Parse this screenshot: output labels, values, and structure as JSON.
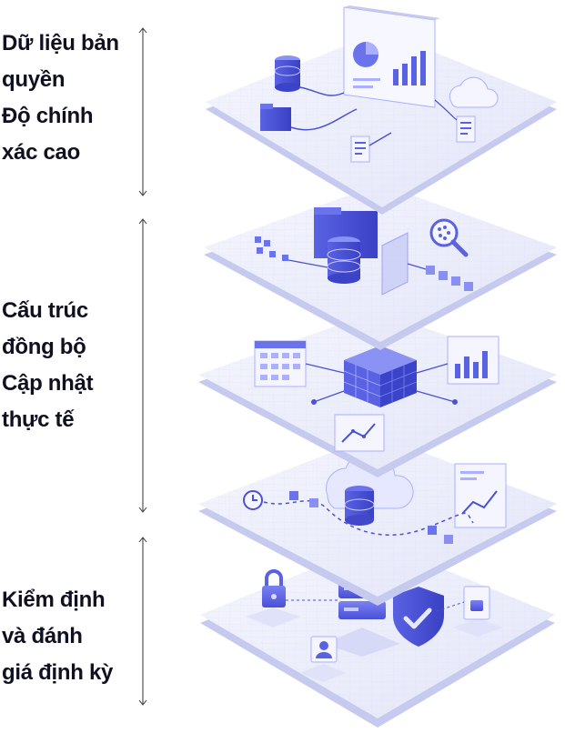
{
  "labels": {
    "group1": [
      "Dữ liệu bản",
      "quyền",
      "Độ chính",
      "xác cao"
    ],
    "group2": [
      "Cấu trúc",
      "đồng bộ",
      "Cập nhật",
      "thực tế"
    ],
    "group3": [
      "Kiểm định",
      "và đánh",
      "giá  định kỳ"
    ]
  },
  "colors": {
    "text": "#0f1020",
    "accent": "#5a63e6",
    "accent_dark": "#3b43c9",
    "accent_light": "#aab0ff",
    "layer_top": "#eceefb",
    "layer_side": "#c9cdf1",
    "grid": "#d8dbf4"
  },
  "icons": [
    "database-icon",
    "folder-icon",
    "dashboard-icon",
    "pie-chart-icon",
    "bar-chart-icon",
    "cloud-icon",
    "document-icon",
    "search-icon",
    "cube-icon",
    "line-chart-icon",
    "clock-icon",
    "server-icon",
    "shield-check-icon",
    "lock-icon",
    "file-lock-icon",
    "user-icon"
  ]
}
